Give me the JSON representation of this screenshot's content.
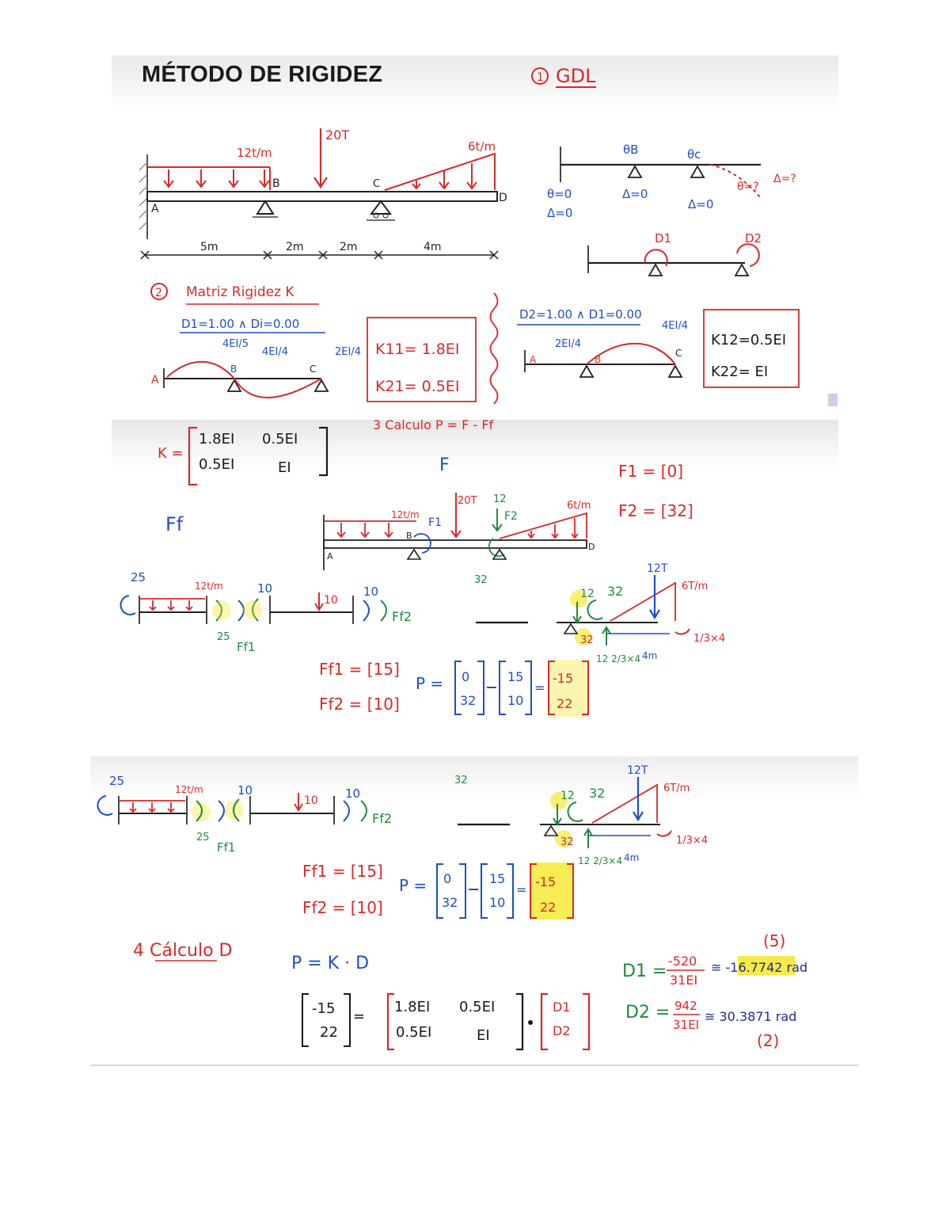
{
  "colors": {
    "red": "#d62a2a",
    "blue": "#1f4fc4",
    "green": "#1f8a3c",
    "black": "#1a1a1a",
    "highlight": "#f3e51a"
  },
  "panel1": {
    "title": "MÉTODO DE RIGIDEZ",
    "gdl": {
      "number": "1",
      "label": "GDL"
    },
    "beam": {
      "load_ab": "12t/m",
      "point_load": "20T",
      "load_cd": "6t/m",
      "nodes": [
        "A",
        "B",
        "C",
        "D"
      ],
      "spans": [
        "5m",
        "2m",
        "2m",
        "4m"
      ]
    },
    "gdl_beam": {
      "theta_b": "θB",
      "theta_c": "θc",
      "a_theta": "θ=0",
      "a_delta": "Δ=0",
      "b_delta": "Δ=0",
      "c_delta": "Δ=0",
      "d_theta": "θ=?",
      "d_delta": "Δ=?"
    },
    "dof_beam": {
      "d1": "D1",
      "d2": "D2"
    },
    "step2": {
      "number": "2",
      "title": "Matriz Rigidez K",
      "case1": "D1=1.00 ∧ Di=0.00",
      "case1_terms": [
        "4EI/5",
        "4EI/4",
        "2EI/4"
      ],
      "case1_nodes": [
        "A",
        "B",
        "C"
      ],
      "k11": "K11= 1.8EI",
      "k21": "K21= 0.5EI",
      "case2": "D2=1.00 ∧ D1=0.00",
      "case2_terms": [
        "2EI/4",
        "4EI/4"
      ],
      "case2_nodes": [
        "A",
        "B",
        "C"
      ],
      "k12": "K12=0.5EI",
      "k22": "K22= EI"
    }
  },
  "panel2": {
    "step3": "3 Calculo P = F - Ff",
    "k_label": "K =",
    "k_matrix": [
      [
        "1.8EI",
        "0.5EI"
      ],
      [
        "0.5EI",
        "EI"
      ]
    ],
    "f_label": "F",
    "ff_label": "Ff",
    "f1": "F1 = [0]",
    "f2": "F2 = [32]",
    "beam_labels": {
      "load_ab": "12t/m",
      "point_load": "20T",
      "point_12": "12",
      "load_cd": "6t/m",
      "f1": "F1",
      "f2": "F2",
      "n32": "32",
      "a": "A",
      "b": "B",
      "d": "D"
    },
    "fem": {
      "m25": "25",
      "load": "12t/m",
      "m25b": "25",
      "ff1": "Ff1",
      "m10": "10",
      "p10": "10",
      "m10b": "10",
      "ff2": "Ff2",
      "r12": "12",
      "m32": "32",
      "m32b": "32",
      "p12t": "12T",
      "load6": "6T/m",
      "third": "1/3×4",
      "two_thirds": "12 2/3×4",
      "len": "4m"
    },
    "ff1": "Ff1 = [15]",
    "ff2": "Ff2 = [10]",
    "p_label": "P =",
    "p_f": [
      "0",
      "32"
    ],
    "p_ff": [
      "15",
      "10"
    ],
    "p_result": [
      "-15",
      "22"
    ]
  },
  "panel3": {
    "fem": {
      "m25": "25",
      "load": "12t/m",
      "m25b": "25",
      "ff1": "Ff1",
      "m10": "10",
      "p10": "10",
      "m10b": "10",
      "ff2": "Ff2",
      "r12": "12",
      "m32": "32",
      "m32b": "32",
      "p12t": "12T",
      "load6": "6T/m",
      "third": "1/3×4",
      "two_thirds": "12 2/3×4",
      "len": "4m",
      "top32": "32"
    },
    "ff1": "Ff1 = [15]",
    "ff2": "Ff2 = [10]",
    "p_label": "P =",
    "p_f": [
      "0",
      "32"
    ],
    "p_ff": [
      "15",
      "10"
    ],
    "p_result": [
      "-15",
      "22"
    ],
    "step4": "4 Cálculo D",
    "eq": "P = K · D",
    "lhs": [
      "-15",
      "22"
    ],
    "k_matrix": [
      [
        "1.8EI",
        "0.5EI"
      ],
      [
        "0.5EI",
        "EI"
      ]
    ],
    "d_vec": [
      "D1",
      "D2"
    ],
    "d1": "D1 =",
    "d1_num": "-520",
    "d1_den": "31EI",
    "d1_approx": "≅ -16.7742 rad",
    "d2": "D2 =",
    "d2_num": "942",
    "d2_den": "31EI",
    "d2_approx": "≅ 30.3871 rad",
    "note5": "(5)",
    "note2": "(2)"
  }
}
